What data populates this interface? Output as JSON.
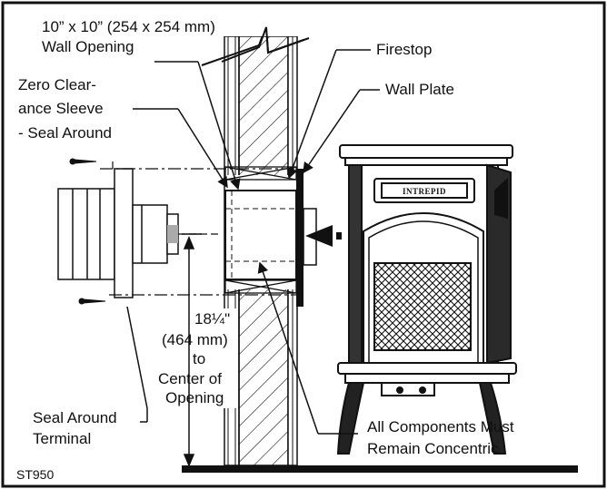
{
  "labels": {
    "wall_opening_line1": "10” x 10” (254 x 254 mm)",
    "wall_opening_line2": "Wall Opening",
    "sleeve_line1": "Zero Clear-",
    "sleeve_line2": "ance Sleeve",
    "sleeve_line3": "- Seal Around",
    "firestop": "Firestop",
    "wall_plate": "Wall Plate",
    "dim_line1": "18¼\"",
    "dim_line2": "(464 mm)",
    "dim_line3": "to",
    "dim_line4": "Center of",
    "dim_line5": "Opening",
    "seal_terminal_line1": "Seal Around",
    "seal_terminal_line2": "Terminal",
    "concentric_line1": "All Components Must",
    "concentric_line2": "Remain Concentric",
    "figure_id": "ST950",
    "stove_brand": "INTREPID"
  },
  "colors": {
    "ink": "#111111",
    "paper": "#ffffff"
  }
}
